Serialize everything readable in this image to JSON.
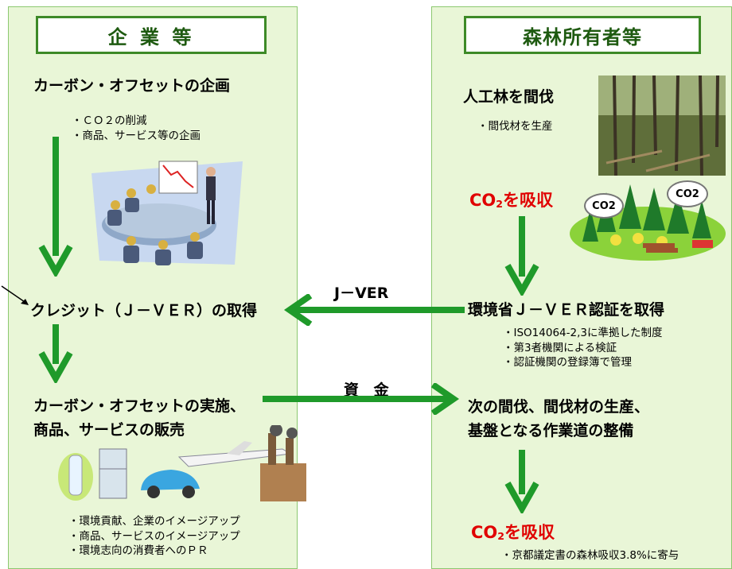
{
  "left_panel": {
    "title": "企 業 等",
    "planning_heading": "カーボン・オフセットの企画",
    "planning_bullets": [
      "ＣＯ２の削減",
      "商品、サービス等の企画"
    ],
    "credit_heading": "クレジット（Ｊ－ＶＥＲ）の取得",
    "implement_heading_line1": "カーボン・オフセットの実施、",
    "implement_heading_line2": "商品、サービスの販売",
    "effect_bullets": [
      "環境貢献、企業のイメージアップ",
      "商品、サービスのイメージアップ",
      "環境志向の消費者へのＰＲ"
    ]
  },
  "right_panel": {
    "title": "森林所有者等",
    "thinning_heading": "人工林を間伐",
    "thinning_bullets": [
      "間伐材を生産"
    ],
    "absorb_label_top": {
      "pre": "CO",
      "sub": "2",
      "post": "を吸収"
    },
    "co2_bubble": "CO2",
    "cert_heading": "環境省Ｊ－ＶＥＲ認証を取得",
    "cert_bullets": [
      "ISO14064-2,3に準拠した制度",
      "第3者機関による検証",
      "認証機関の登録簿で管理"
    ],
    "next_heading_line1": "次の間伐、間伐材の生産、",
    "next_heading_line2": "基盤となる作業道の整備",
    "absorb_label_bottom": {
      "pre": "CO",
      "sub": "2",
      "post": "を吸収"
    },
    "kyoto_bullet": "京都議定書の森林吸収3.8%に寄与"
  },
  "flows": {
    "jver_label": "J－VER",
    "funds_label": "資 金"
  },
  "colors": {
    "arrow": "#1f9a2a",
    "panel_bg": "#e9f6d7",
    "title_border": "#3d8a27",
    "absorb_text": "#e00000"
  }
}
